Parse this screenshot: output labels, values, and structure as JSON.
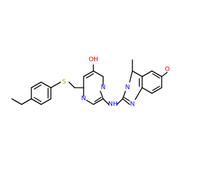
{
  "molecule": {
    "atoms": {
      "oh": {
        "label": "OH",
        "color": "#ff0000"
      },
      "s": {
        "label": "S",
        "color": "#b8a400"
      },
      "n_ring_upper": {
        "label": "N",
        "color": "#0000ff"
      },
      "n_ring_lower": {
        "label": "N",
        "color": "#0000ff"
      },
      "nh": {
        "label": "NH",
        "color": "#0000ff"
      },
      "n_quin_upper": {
        "label": "N",
        "color": "#0000ff"
      },
      "n_quin_lower": {
        "label": "N",
        "color": "#0000ff"
      },
      "o_methoxy": {
        "label": "O",
        "color": "#ff0000"
      }
    },
    "bond_color": "#000000"
  }
}
